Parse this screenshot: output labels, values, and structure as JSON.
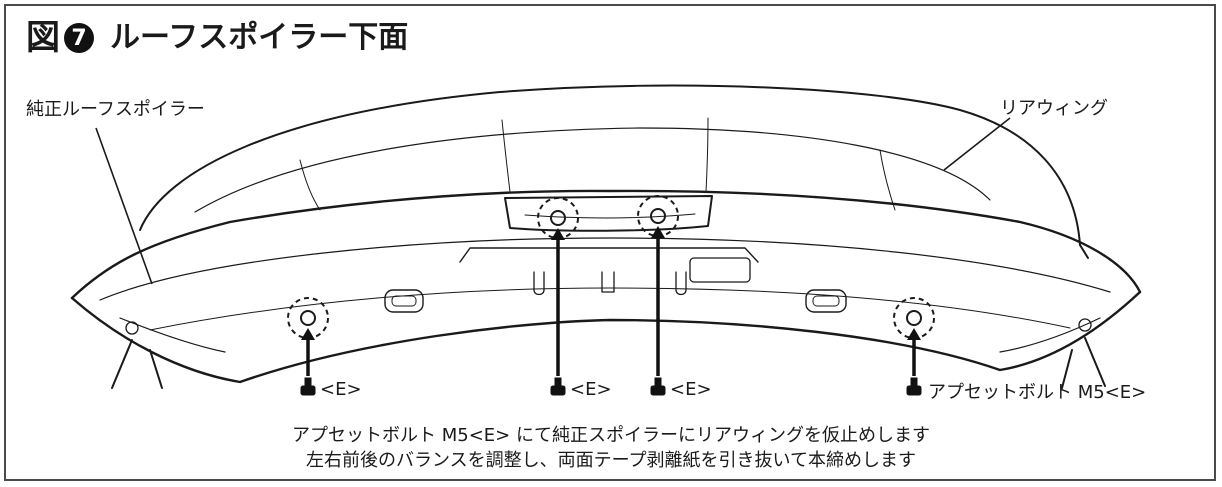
{
  "title": {
    "prefix": "図",
    "number": "7",
    "text": "ルーフスポイラー下面"
  },
  "labels": {
    "stock_spoiler": "純正ルーフスポイラー",
    "rear_wing": "リアウィング",
    "bolt_e_1": "<E>",
    "bolt_e_2": "<E>",
    "bolt_e_3": "<E>",
    "bolt_full": "アプセットボルト M5<E>"
  },
  "caption": {
    "line1": "アプセットボルト M5<E> にて純正スポイラーにリアウィングを仮止めします",
    "line2": "左右前後のバランスを調整し、両面テープ剥離紙を引き抜いて本締めします"
  }
}
